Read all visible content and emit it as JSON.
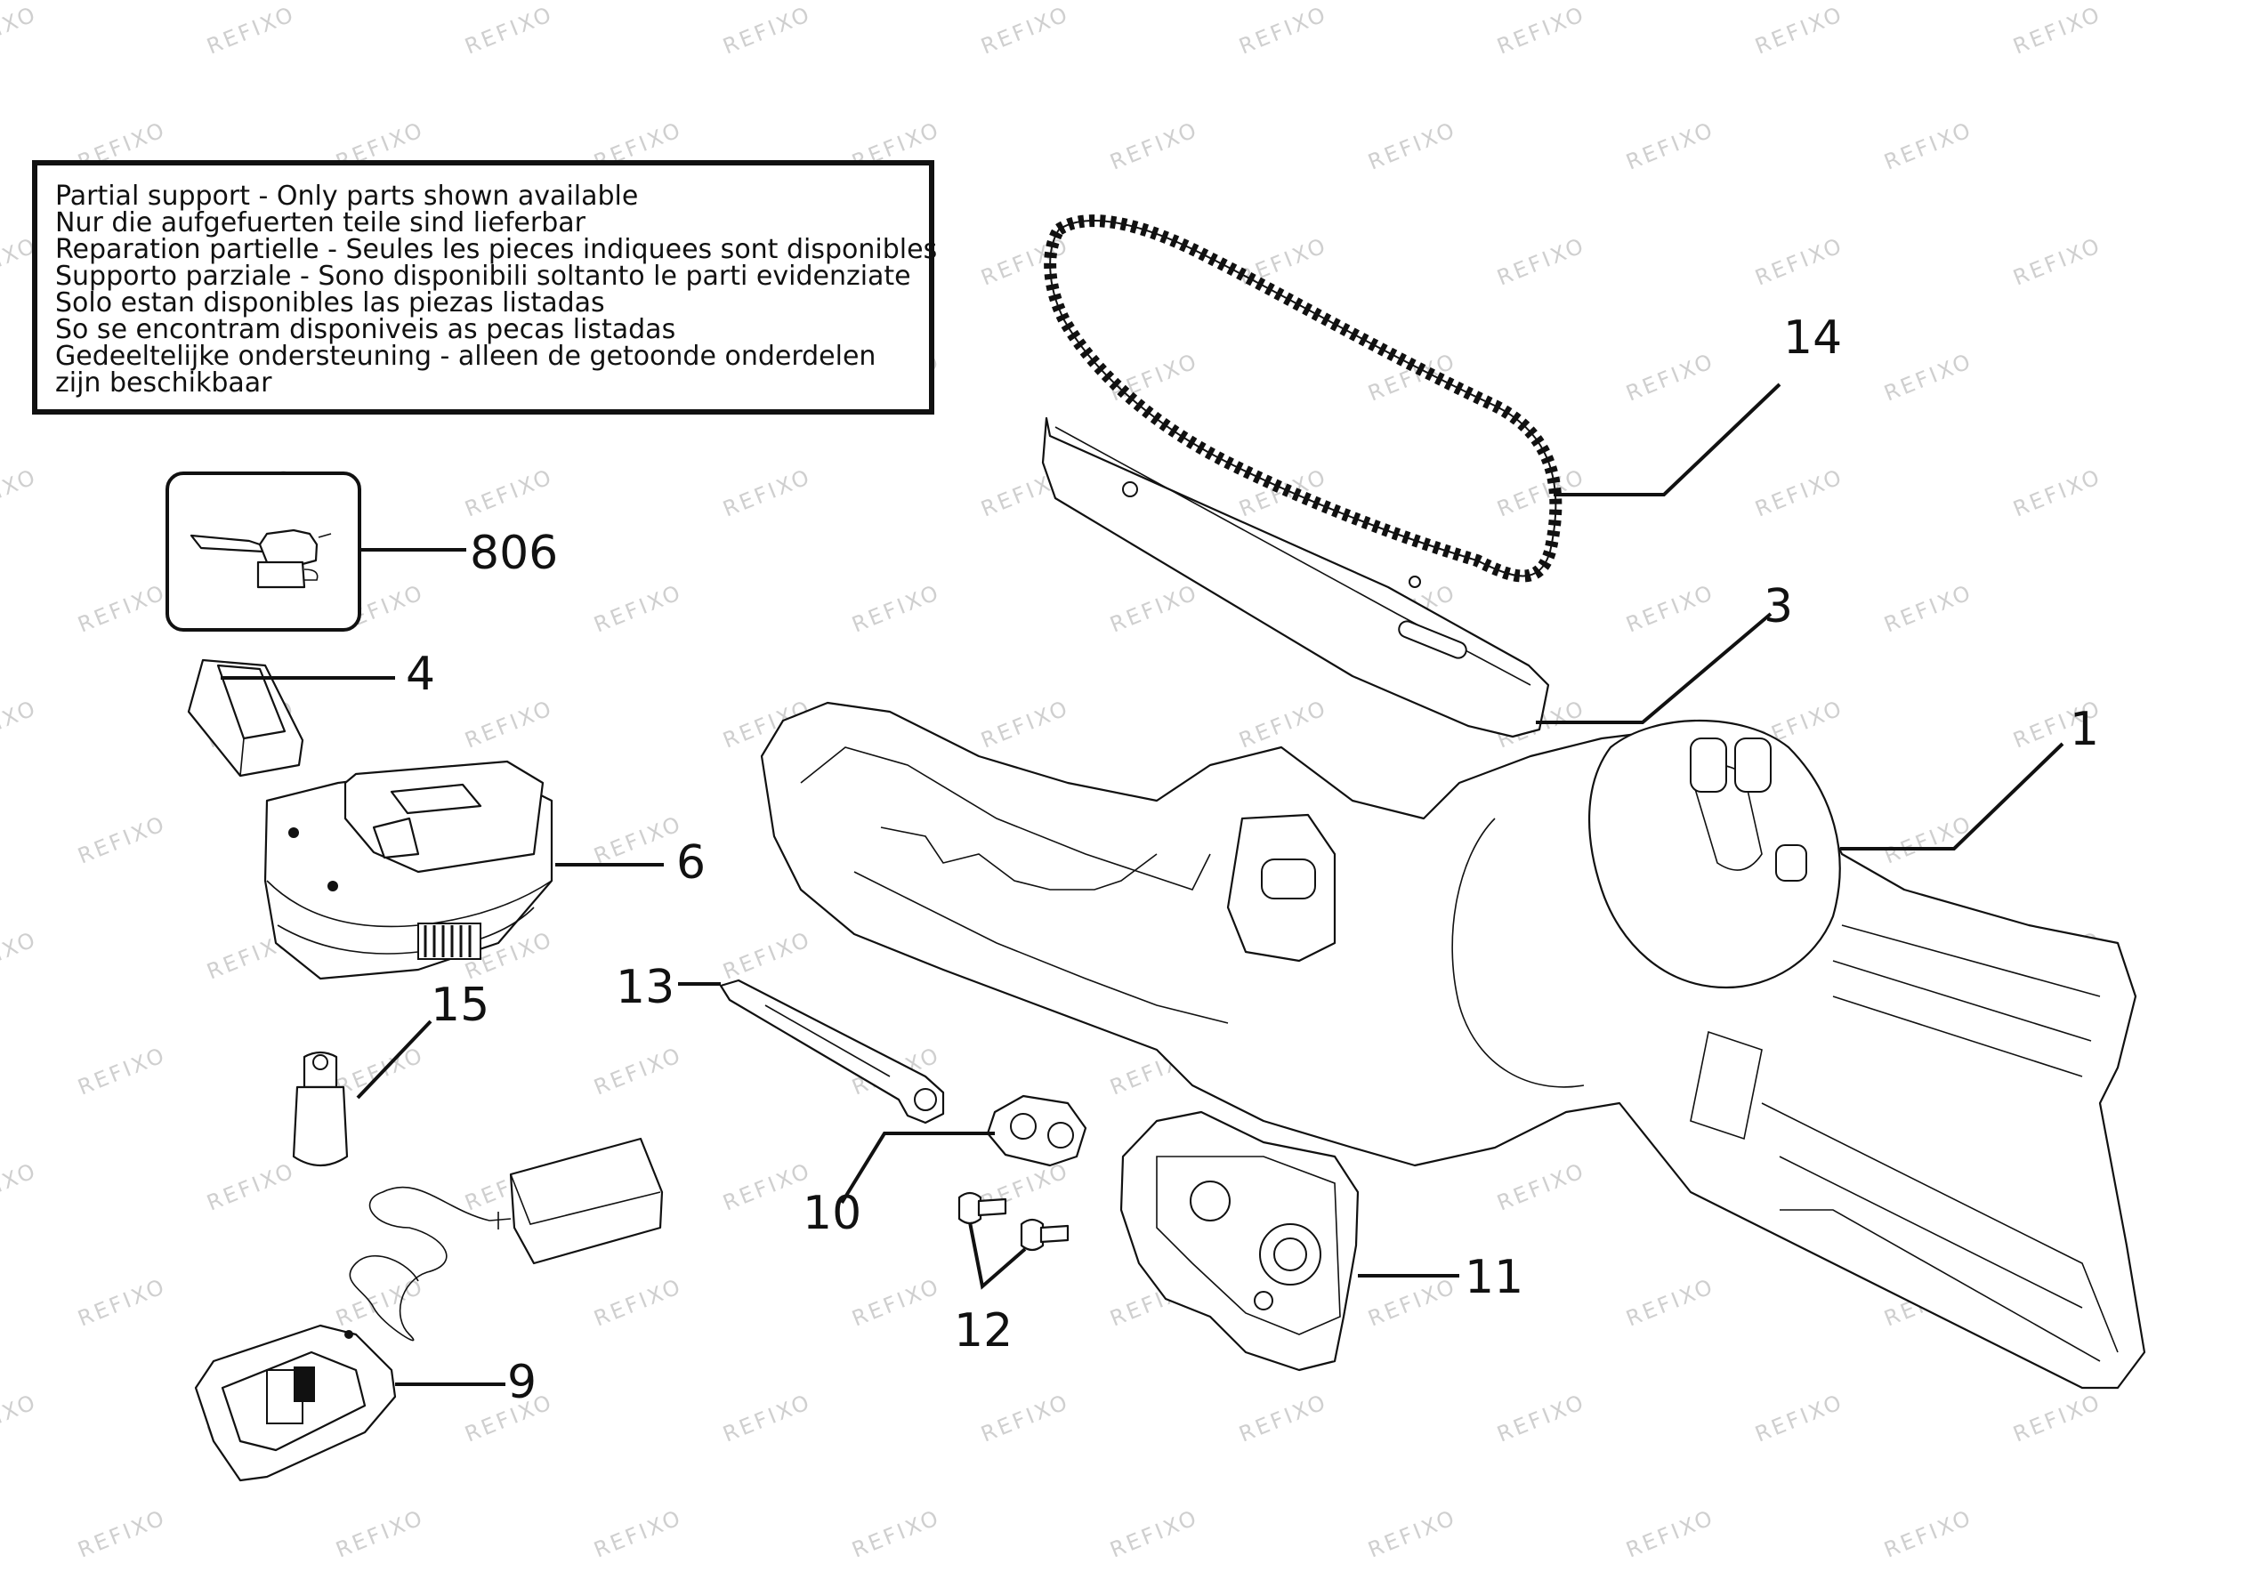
{
  "notice": {
    "lines": [
      "Partial support - Only parts shown available",
      "Nur die aufgefuerten teile sind lieferbar",
      "Reparation partielle - Seules les pieces indiquees sont disponibles",
      "Supporto parziale - Sono disponibili soltanto le parti evidenziate",
      "Solo estan disponibles las piezas listadas",
      "So se encontram disponiveis as pecas listadas",
      "Gedeeltelijke ondersteuning - alleen de getoonde onderdelen",
      "zijn beschikbaar"
    ]
  },
  "watermark": "REFIXO",
  "parts": {
    "p1": "1",
    "p3": "3",
    "p4": "4",
    "p6": "6",
    "p9": "9",
    "p10": "10",
    "p11": "11",
    "p12": "12",
    "p13": "13",
    "p14": "14",
    "p15": "15",
    "p806": "806"
  }
}
